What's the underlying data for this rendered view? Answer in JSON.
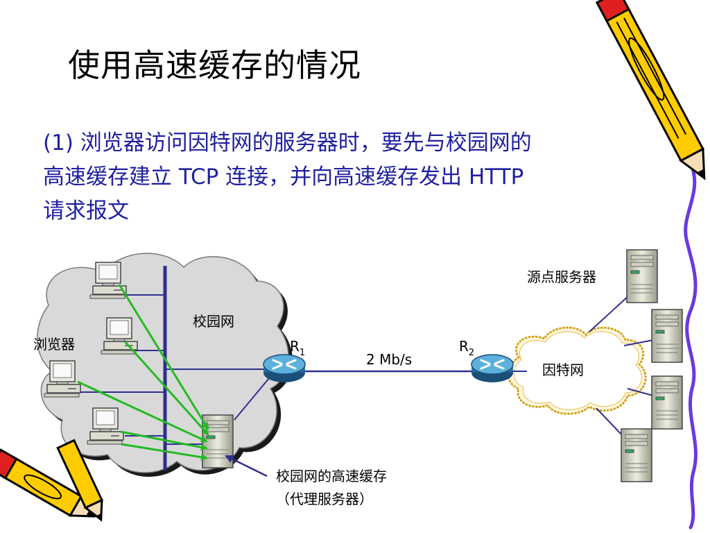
{
  "slide": {
    "title": "使用高速缓存的情况",
    "body_lines": [
      "(1) 浏览器访问因特网的服务器时，要先与校园网的",
      "高速缓存建立 TCP 连接，并向高速缓存发出 HTTP",
      "请求报文"
    ]
  },
  "diagram": {
    "campus_label": "校园网",
    "browser_label": "浏览器",
    "router1_label": "R",
    "router1_sub": "1",
    "router2_label": "R",
    "router2_sub": "2",
    "link_label": "2 Mb/s",
    "internet_label": "因特网",
    "origin_server_label": "源点服务器",
    "cache_label_line1": "校园网的高速缓存",
    "cache_label_line2": "（代理服务器）"
  },
  "colors": {
    "body_text": "#1f1fa0",
    "network_line": "#2e2e8f",
    "request_arrow": "#22bb22",
    "cloud_fill": "#d9d9d9",
    "internet_cloud_fill": "#fff8e0",
    "router": "#2f7fb0",
    "pencil_border": "#6a3ae0"
  }
}
